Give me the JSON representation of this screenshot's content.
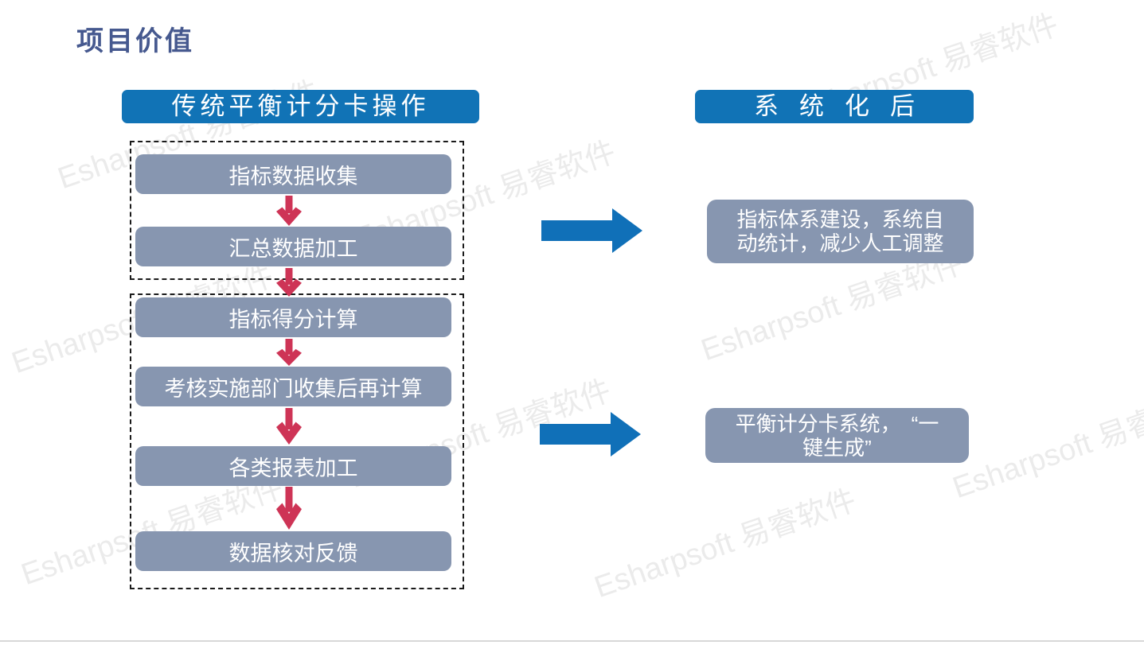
{
  "page": {
    "title": "项目价值"
  },
  "left_panel": {
    "header": "传统平衡计分卡操作",
    "groups": [
      {
        "steps": [
          "指标数据收集",
          "汇总数据加工"
        ]
      },
      {
        "steps": [
          "指标得分计算",
          "考核实施部门收集后再计算",
          "各类报表加工",
          "数据核对反馈"
        ]
      }
    ]
  },
  "right_panel": {
    "header": "系统化后",
    "results": [
      {
        "lines": [
          "指标体系建设，系统自",
          "动统计，减少人工调整"
        ]
      },
      {
        "lines": [
          "平衡计分卡系统，　“一",
          "键生成”"
        ]
      }
    ]
  },
  "watermark": {
    "text": "Esharpsoft 易睿软件"
  },
  "colors": {
    "title_text": "#46598F",
    "header_bar": "#1173B6",
    "step_box": "#8796B0",
    "down_arrow": "#CE3456",
    "right_arrow": "#1070B8",
    "watermark": "#EBEBEB",
    "dashed_border": "#1A1A1A",
    "bottom_rule": "#D8D8D8"
  }
}
